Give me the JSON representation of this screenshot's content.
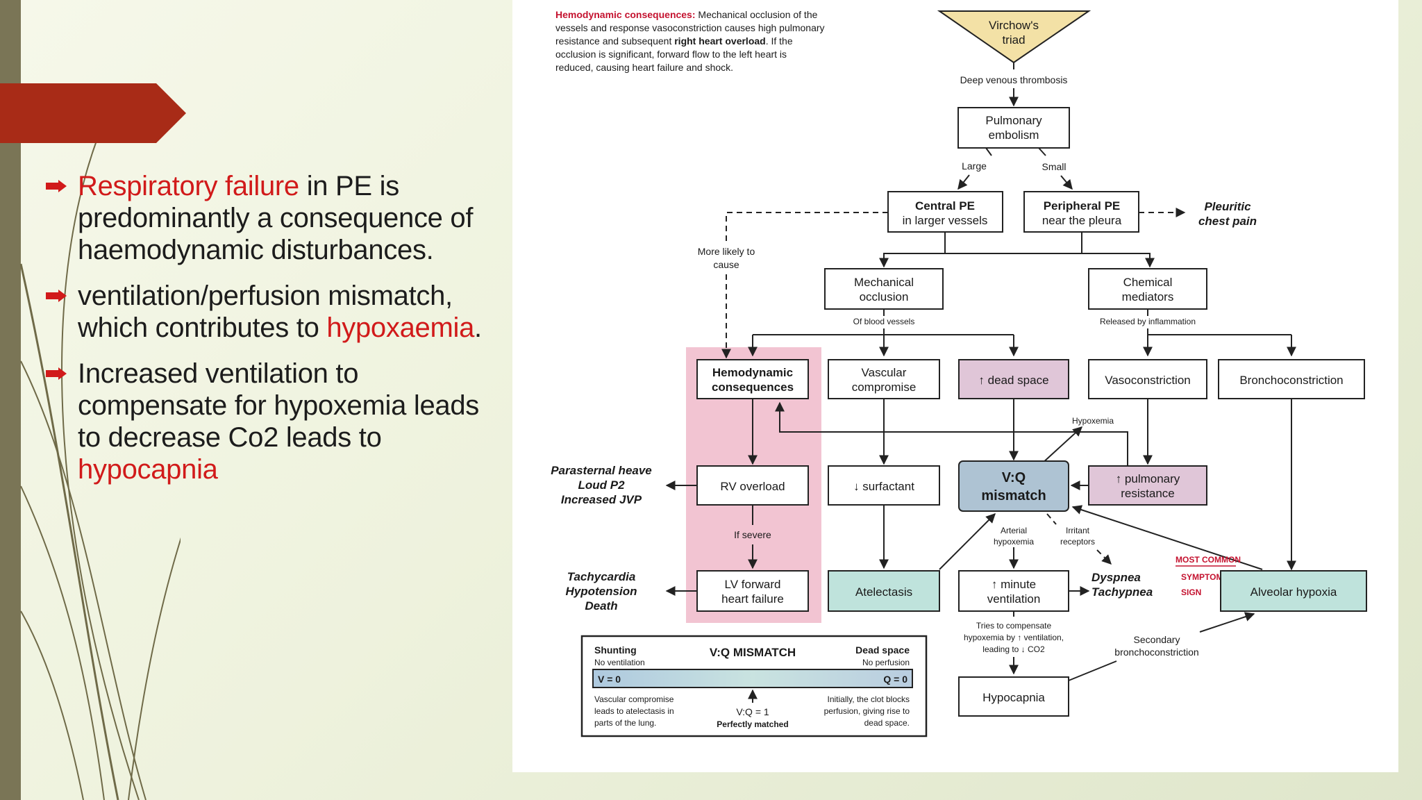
{
  "slide": {
    "bullets": [
      {
        "red_lead": "Respiratory failure",
        "text": " in PE is predominantly a consequence of haemodynamic disturbances."
      },
      {
        "text": "ventilation/perfusion mismatch, which contributes to ",
        "red_tail": "hypoxaemia",
        "tail": "."
      },
      {
        "text": "Increased ventilation to compensate for hypoxemia leads to decrease Co2 leads to ",
        "red_tail": "hypocapnia"
      }
    ]
  },
  "colors": {
    "accent_red": "#d11a1a",
    "arrow_fill": "#a82b17",
    "left_bar": "#7a7556",
    "pink_zone": "#f2c4d2",
    "teal_node": "#bfe3dc",
    "mauve_node": "#e0c6d8",
    "blue_node": "#aec3d3"
  },
  "diagram": {
    "intro": {
      "heading": "Hemodynamic consequences:",
      "lines": [
        " Mechanical occlusion of the",
        "vessels and response vasoconstriction causes high pulmonary",
        "resistance and subsequent ",
        "right heart overload",
        ". If the",
        "occlusion is significant, forward flow to the left heart is",
        "reduced, causing heart failure and shock."
      ]
    },
    "virchow": [
      "Virchow's",
      "triad"
    ],
    "dvt": "Deep venous thrombosis",
    "pe": [
      "Pulmonary",
      "embolism"
    ],
    "large": "Large",
    "small": "Small",
    "central_pe": [
      "Central PE",
      "in larger vessels"
    ],
    "peripheral_pe": [
      "Peripheral PE",
      "near the pleura"
    ],
    "pleuritic": [
      "Pleuritic",
      "chest pain"
    ],
    "more_likely": [
      "More likely to",
      "cause"
    ],
    "mech_occlusion": [
      "Mechanical",
      "occlusion"
    ],
    "of_blood_vessels": "Of blood vessels",
    "chem_mediators": [
      "Chemical",
      "mediators"
    ],
    "released_by": "Released by inflammation",
    "hemo_consequences": [
      "Hemodynamic",
      "consequences"
    ],
    "vascular_compromise": [
      "Vascular",
      "compromise"
    ],
    "dead_space": "↑ dead space",
    "vasoconstriction": "Vasoconstriction",
    "bronchoconstriction": "Bronchoconstriction",
    "hypoxemia_label": "Hypoxemia",
    "parasternal": [
      "Parasternal heave",
      "Loud P2",
      "Increased JVP"
    ],
    "rv_overload": "RV overload",
    "surfactant": "↓ surfactant",
    "vq_mismatch": [
      "V:Q",
      "mismatch"
    ],
    "pulm_resistance": [
      "↑ pulmonary",
      "resistance"
    ],
    "if_severe": "If severe",
    "arterial_hypoxemia": [
      "Arterial",
      "hypoxemia"
    ],
    "irritant": [
      "Irritant",
      "receptors"
    ],
    "most_common": "MOST COMMON",
    "tachycardia": [
      "Tachycardia",
      "Hypotension",
      "Death"
    ],
    "lv_failure": [
      "LV forward",
      "heart failure"
    ],
    "atelectasis": "Atelectasis",
    "minute_vent": [
      "↑ minute",
      "ventilation"
    ],
    "dyspnea": "Dyspnea",
    "tachypnea": "Tachypnea",
    "symptom": "SYMPTOM",
    "sign": "SIGN",
    "alveolar_hypoxia": "Alveolar hypoxia",
    "tries_to": [
      "Tries to compensate",
      "hypoxemia by ↑ ventilation,",
      "leading to ↓ CO2"
    ],
    "secondary": [
      "Secondary",
      "bronchoconstriction"
    ],
    "hypocapnia": "Hypocapnia",
    "legend": {
      "shunting": "Shunting",
      "no_ventilation": "No ventilation",
      "title": "V:Q MISMATCH",
      "dead_space": "Dead space",
      "no_perfusion": "No perfusion",
      "v0": "V = 0",
      "q0": "Q = 0",
      "left_note": [
        "Vascular compromise",
        "leads to atelectasis in",
        "parts of the lung."
      ],
      "vq1": "V:Q = 1",
      "perfect": "Perfectly matched",
      "right_note": [
        "Initially, the clot blocks",
        "perfusion, giving rise to",
        "dead space."
      ]
    }
  }
}
